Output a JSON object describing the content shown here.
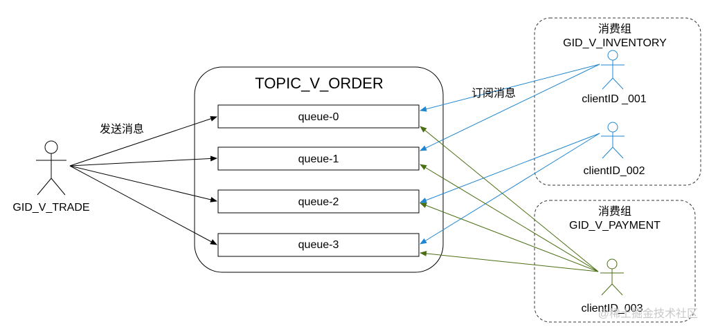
{
  "topic": {
    "title": "TOPIC_V_ORDER"
  },
  "queues": [
    {
      "label": "queue-0"
    },
    {
      "label": "queue-1"
    },
    {
      "label": "queue-2"
    },
    {
      "label": "queue-3"
    }
  ],
  "producer": {
    "name": "GID_V_TRADE",
    "edge_label": "发送消息"
  },
  "groups": [
    {
      "title": "消费组",
      "name": "GID_V_INVENTORY",
      "clients": [
        "clientID _001",
        "clientID_002"
      ],
      "edge_label": "订阅消息"
    },
    {
      "title": "消费组",
      "name": "GID_V_PAYMENT",
      "clients": [
        "clientID_003"
      ]
    }
  ],
  "watermark": "@稀土掘金技术社区",
  "colors": {
    "inventory_edges": "#1f86d1",
    "payment_edges": "#4a6e12",
    "producer_edges": "#000000"
  }
}
